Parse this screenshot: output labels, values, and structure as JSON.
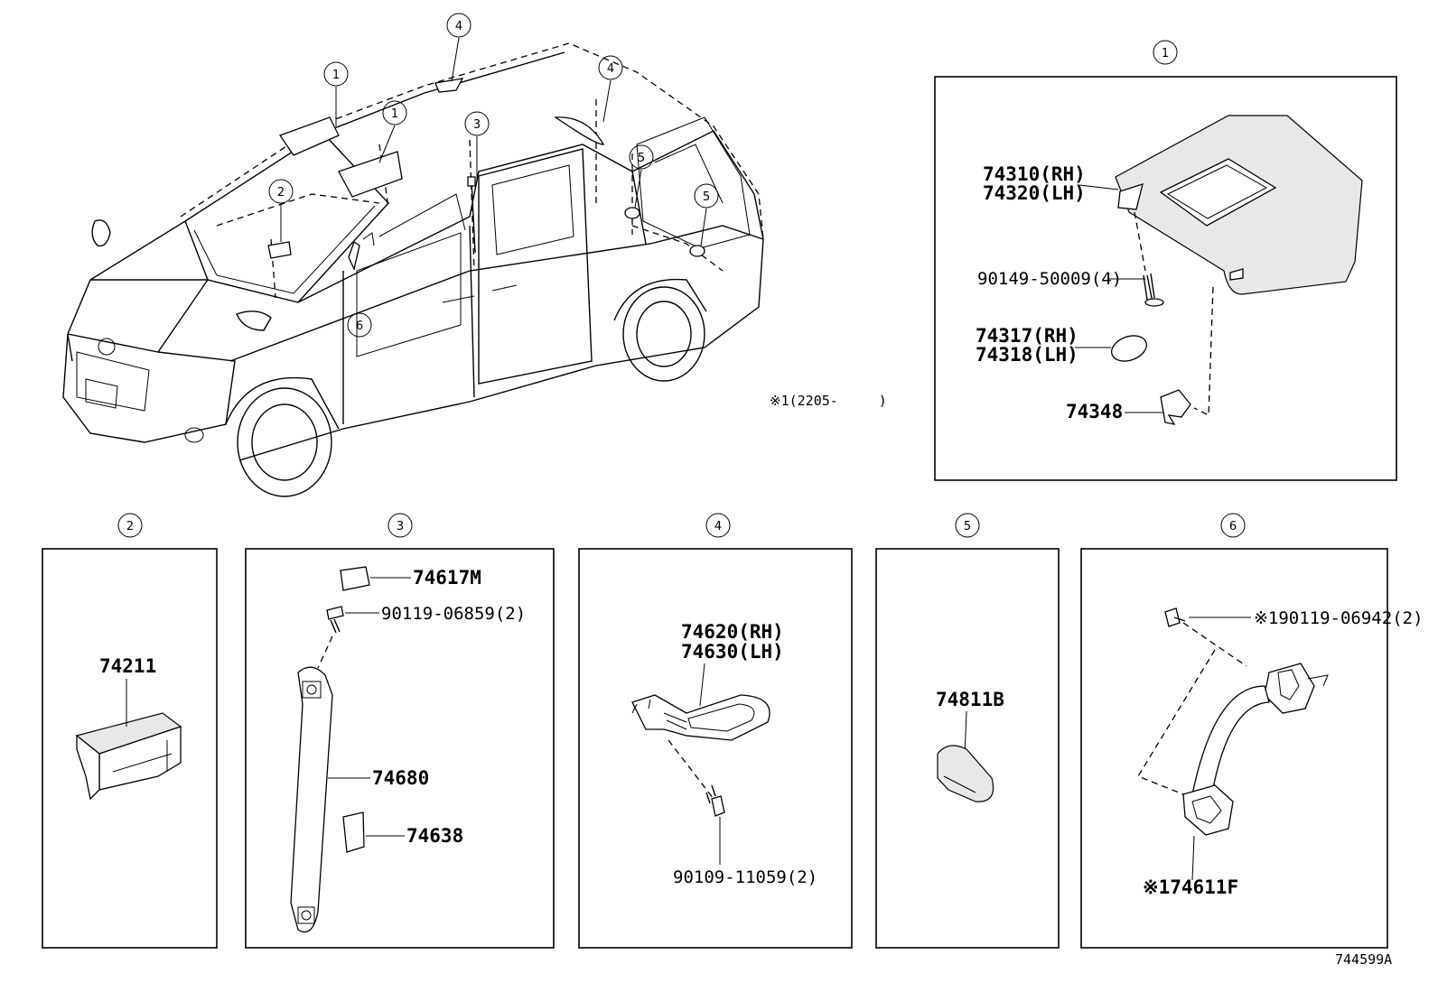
{
  "diagram_code": "744599A",
  "date_note": "※1(2205-　　　)",
  "callouts": {
    "c1": "1",
    "c2": "2",
    "c3": "3",
    "c4": "4",
    "c5": "5",
    "c6": "6"
  },
  "panel1": {
    "label": "1",
    "visor_rh": "74310(RH)",
    "visor_lh": "74320(LH)",
    "screw": "90149-50009(4)",
    "cover_rh": "74317(RH)",
    "cover_lh": "74318(LH)",
    "holder": "74348"
  },
  "panel2": {
    "label": "2",
    "part": "74211"
  },
  "panel3": {
    "label": "3",
    "cap": "74617M",
    "bolt": "90119-06859(2)",
    "grip": "74680",
    "cover": "74638"
  },
  "panel4": {
    "label": "4",
    "grip_rh": "74620(RH)",
    "grip_lh": "74630(LH)",
    "bolt": "90109-11059(2)"
  },
  "panel5": {
    "label": "5",
    "part": "74811B"
  },
  "panel6": {
    "label": "6",
    "bolt": "※190119-06942(2)",
    "grip": "※174611F"
  }
}
